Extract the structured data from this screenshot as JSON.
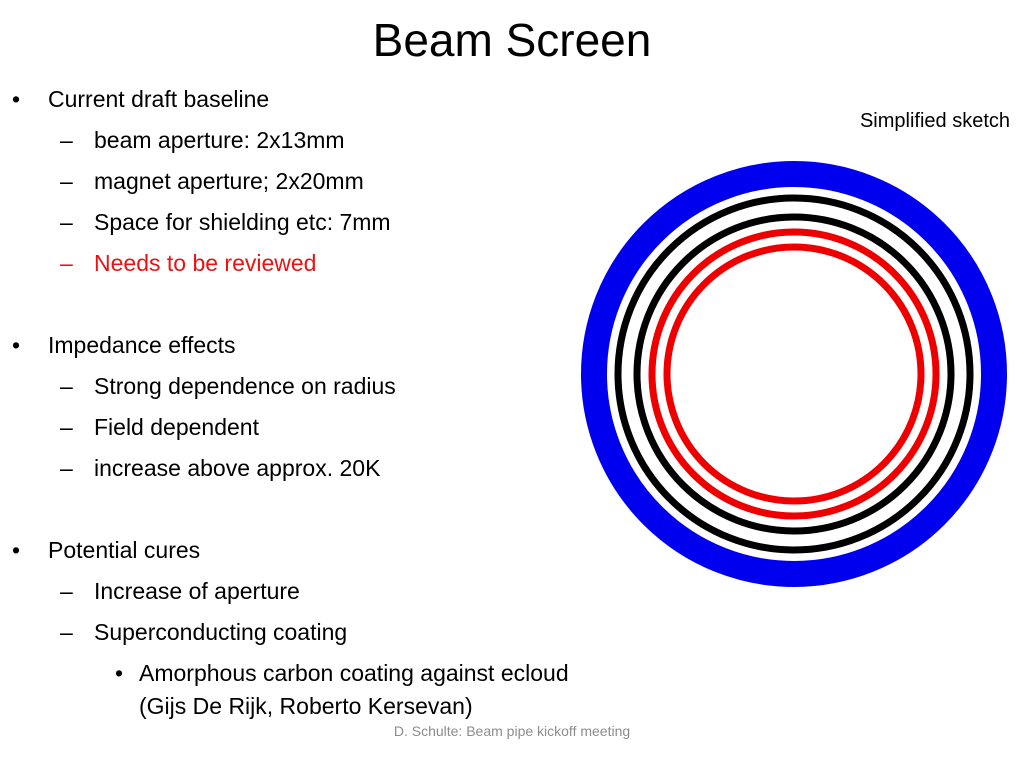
{
  "slide": {
    "title": "Beam Screen",
    "bullets": [
      {
        "level": 1,
        "text": "Current draft baseline"
      },
      {
        "level": 2,
        "text": "beam aperture: 2x13mm"
      },
      {
        "level": 2,
        "text": "magnet aperture; 2x20mm"
      },
      {
        "level": 2,
        "text": "Space for shielding etc: 7mm"
      },
      {
        "level": 2,
        "text": "Needs to be reviewed",
        "color": "#ee1111"
      },
      {
        "level": 1,
        "text": "Impedance effects"
      },
      {
        "level": 2,
        "text": "Strong dependence on radius"
      },
      {
        "level": 2,
        "text": "Field dependent"
      },
      {
        "level": 2,
        "text": "increase above approx. 20K"
      },
      {
        "level": 1,
        "text": "Potential cures"
      },
      {
        "level": 2,
        "text": "Increase of aperture"
      },
      {
        "level": 2,
        "text": "Superconducting coating"
      },
      {
        "level": 3,
        "text": "Amorphous carbon coating against ecloud"
      },
      {
        "level": 3,
        "text": "(Gijs De Rijk, Roberto Kersevan)"
      }
    ],
    "markers": {
      "level1": "•",
      "level2": "–",
      "level3": "•"
    },
    "sketch": {
      "caption": "Simplified sketch",
      "rings": [
        {
          "name": "outer-ring",
          "color": "#0000ee"
        },
        {
          "name": "black-ring-1",
          "color": "#000000"
        },
        {
          "name": "black-ring-2",
          "color": "#000000"
        },
        {
          "name": "red-ring-1",
          "color": "#ee0000"
        },
        {
          "name": "red-ring-2",
          "color": "#ee0000"
        }
      ]
    },
    "footer": "D. Schulte: Beam pipe kickoff meeting"
  }
}
